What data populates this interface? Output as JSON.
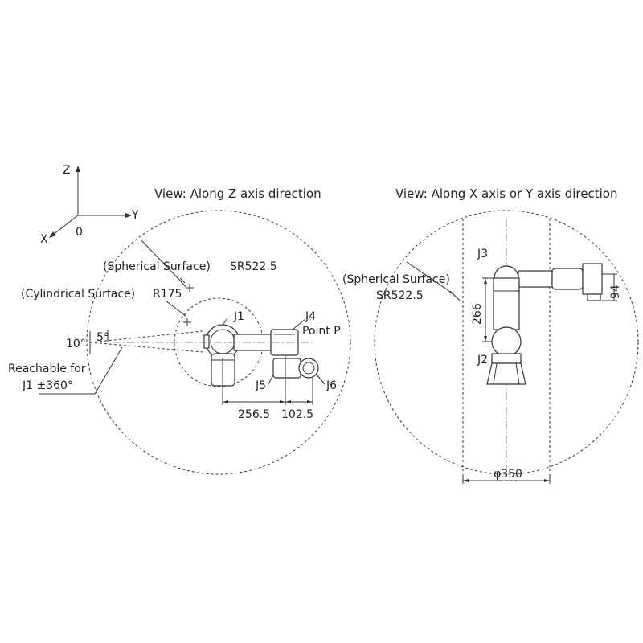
{
  "axes": {
    "z": "Z",
    "y": "Y",
    "x": "X",
    "origin": "0"
  },
  "view_z": {
    "title": "View: Along Z axis direction",
    "spherical_surface": "(Spherical Surface)",
    "sr": "SR522.5",
    "cylindrical_surface": "(Cylindrical Surface)",
    "r": "R175",
    "j1": "J1",
    "j4": "J4",
    "point_p": "Point P",
    "j5": "J5",
    "j6": "J6",
    "angle_10": "10°",
    "angle_5": "5°",
    "reachable_line1": "Reachable for",
    "reachable_line2": "J1 ±360°",
    "dim_256": "256.5",
    "dim_102": "102.5"
  },
  "view_xy": {
    "title": "View: Along X axis or Y axis direction",
    "spherical_surface": "(Spherical Surface)",
    "sr": "SR522.5",
    "j3": "J3",
    "j2": "J2",
    "dim_266": "266",
    "dim_94": "94",
    "dim_350": "φ350"
  }
}
